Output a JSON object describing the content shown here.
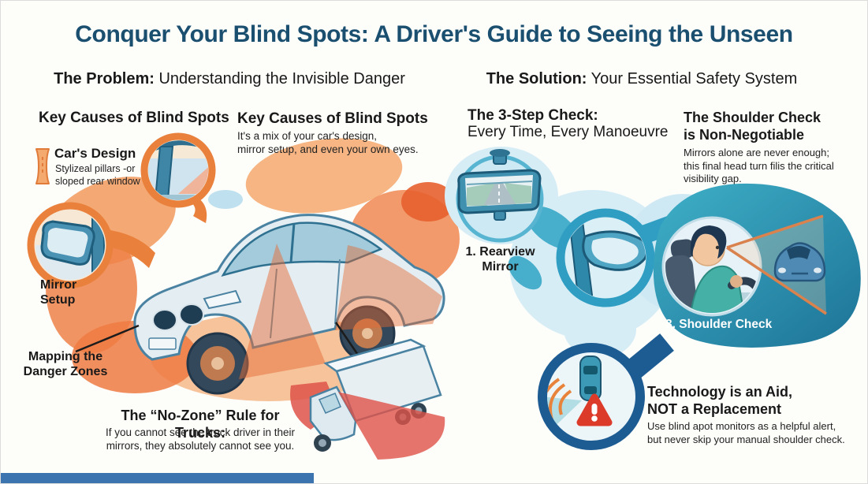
{
  "title": "Conquer Your Blind Spots: A Driver's Guide to Seeing the Unseen",
  "colors": {
    "title_blue": "#1a4f70",
    "accent_orange": "#e9803c",
    "danger_red": "#de5349",
    "teal": "#2f9ec2",
    "navy_ring": "#1d5c92",
    "footer_blue": "#3b74ae"
  },
  "problem": {
    "header_bold": "The Problem:",
    "header_rest": " Understanding the Invisible Danger",
    "key_causes_left": {
      "title": "Key Causes of Blind Spots"
    },
    "cars_design": {
      "title": "Car's Design",
      "subtitle": "Stylizeal pillars -or\nsloped rear window"
    },
    "mirror_setup": {
      "label": "Mirror\nSetup"
    },
    "key_causes_mid": {
      "title": "Key Causes of Blind Spots",
      "subtitle": "It's a mix of your car's design,\nmirror setup, and even your own eyes."
    },
    "danger_zones": {
      "label": "Mapping the\nDanger Zones"
    },
    "no_zone": {
      "title": "The “No-Zone” Rule for Trucks:",
      "subtitle": "If you cannot see the truck driver in their\nmirrors, they absolutely cannot see you."
    }
  },
  "solution": {
    "header_bold": "The Solution:",
    "header_rest": " Your Essential Safety System",
    "three_step": {
      "title_bold": "The 3-Step Check:",
      "title_rest": "Every Time, Every Manoeuvre"
    },
    "shoulder_note": {
      "title": "The Shoulder Check\nis Non-Negotiable",
      "subtitle": "Mirrors alone are never enough;\nthis final head turn filis the critical\nvisibility gap."
    },
    "step1": {
      "label": "1. Rearview\nMirror"
    },
    "step3": {
      "label": "3. Shoulder Check"
    },
    "technology": {
      "title": "Technology is an Aid,\nNOT a Replacement",
      "subtitle": "Use blind apot monitors as a helpful alert,\nbut never skip your manual shoulder check."
    }
  }
}
